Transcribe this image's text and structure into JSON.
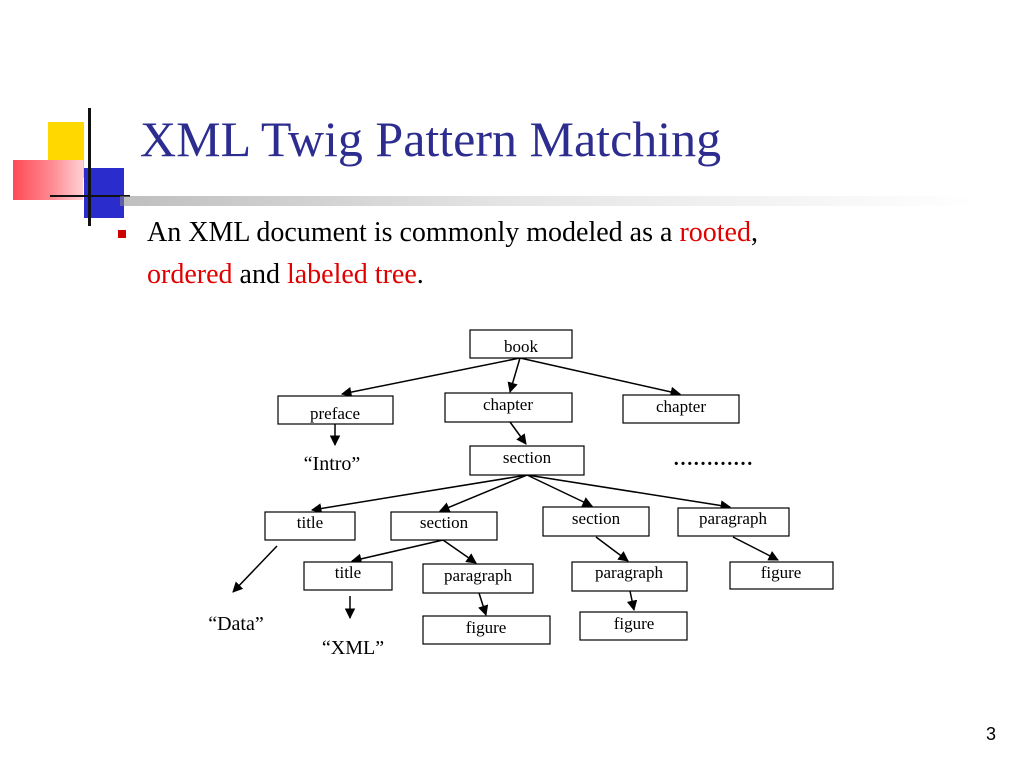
{
  "slide": {
    "title": "XML Twig Pattern Matching",
    "bullet": {
      "text_1": "An XML document is commonly modeled as a ",
      "rooted": "rooted",
      "text_2": ",",
      "ordered": "ordered",
      "text_3": " and ",
      "labeled_tree": "labeled tree",
      "text_4": "."
    },
    "page_number": "3"
  },
  "colors": {
    "title": "#2d2d8f",
    "highlight": "#e00000",
    "bullet_marker": "#cc0000"
  },
  "tree": {
    "nodes": {
      "book": "book",
      "preface": "preface",
      "chapter_1": "chapter",
      "chapter_2": "chapter",
      "section_1": "section",
      "title_1": "title",
      "section_2": "section",
      "section_3": "section",
      "paragraph_1": "paragraph",
      "title_2": "title",
      "paragraph_2": "paragraph",
      "paragraph_3": "paragraph",
      "figure_1": "figure",
      "figure_2": "figure",
      "figure_3": "figure"
    },
    "text_values": {
      "intro": "“Intro”",
      "data": "“Data”",
      "xml": "“XML”"
    },
    "ellipsis": "…………"
  }
}
